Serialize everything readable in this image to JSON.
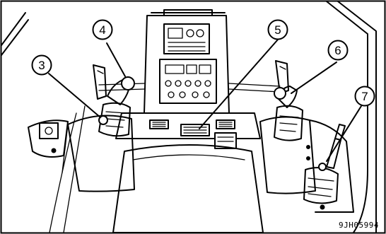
{
  "figure": {
    "callouts": [
      "3",
      "4",
      "5",
      "6",
      "7"
    ],
    "code": "9JH05994"
  }
}
